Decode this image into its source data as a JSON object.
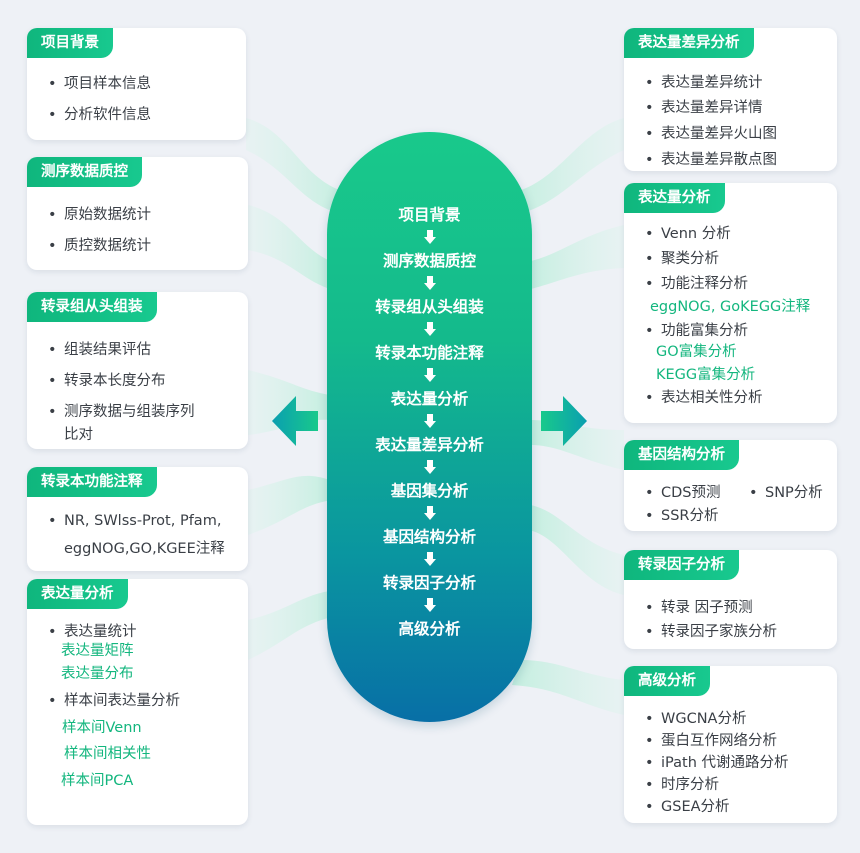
{
  "center_steps": [
    "项目背景",
    "测序数据质控",
    "转录组从头组装",
    "转录本功能注释",
    "表达量分析",
    "表达量差异分析",
    "基因集分析",
    "基因结构分析",
    "转录因子分析",
    "高级分析"
  ],
  "left_cards": [
    {
      "title": "项目背景",
      "items": [
        "项目样本信息",
        "分析软件信息"
      ]
    },
    {
      "title": "测序数据质控",
      "items": [
        "原始数据统计",
        "质控数据统计"
      ]
    },
    {
      "title": "转录组从头组装",
      "items": [
        "组装结果评估",
        "转录本长度分布",
        "测序数据与组装序列",
        "比对"
      ]
    },
    {
      "title": "转录本功能注释",
      "items": [
        "NR, SWlss-Prot, Pfam,",
        "eggNOG,GO,KGEE注释"
      ]
    },
    {
      "title": "表达量分析",
      "items": [
        "表达量统计",
        "样本间表达量分析"
      ],
      "subs": [
        "表达量矩阵",
        "表达量分布",
        "样本间Venn",
        "样本间相关性",
        "样本间PCA"
      ]
    }
  ],
  "right_cards": [
    {
      "title": "表达量差异分析",
      "items": [
        "表达量差异统计",
        "表达量差异详情",
        "表达量差异火山图",
        "表达量差异散点图"
      ]
    },
    {
      "title": "表达量分析",
      "items": [
        "Venn 分析",
        "聚类分析",
        "功能注释分析",
        "功能富集分析",
        "表达相关性分析"
      ],
      "subs": [
        "eggNOG, GoKEGG注释",
        "GO富集分析",
        "KEGG富集分析"
      ]
    },
    {
      "title": "基因结构分析",
      "items": [
        "CDS预测",
        "SNP分析",
        "SSR分析"
      ]
    },
    {
      "title": "转录因子分析",
      "items": [
        "转录 因子预测",
        "转录因子家族分析"
      ]
    },
    {
      "title": "高级分析",
      "items": [
        "WGCNA分析",
        "蛋白互作网络分析",
        "iPath 代谢通路分析",
        "时序分析",
        "GSEA分析"
      ]
    }
  ],
  "colors": {
    "accent": "#18c98f",
    "accent_dark": "#0fb67d",
    "pill_bottom": "#086fa6",
    "sub_text": "#13b67e",
    "background": "#eef1f6"
  }
}
